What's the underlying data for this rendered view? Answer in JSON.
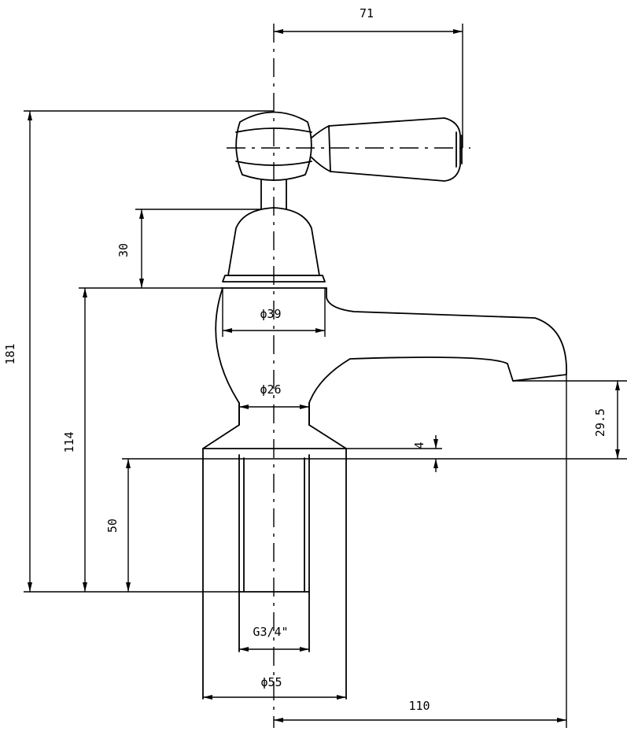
{
  "dimensions": {
    "top_width": "71",
    "total_height": "181",
    "bell_height": "30",
    "body_diameter": "ϕ39",
    "neck_diameter": "ϕ26",
    "spout_height": "29.5",
    "flange_thickness": "4",
    "height_to_body": "114",
    "shank_length": "50",
    "thread": "G3/4\"",
    "base_diameter": "ϕ55",
    "projection": "110"
  },
  "colors": {
    "line": "#000000",
    "background": "#ffffff"
  }
}
